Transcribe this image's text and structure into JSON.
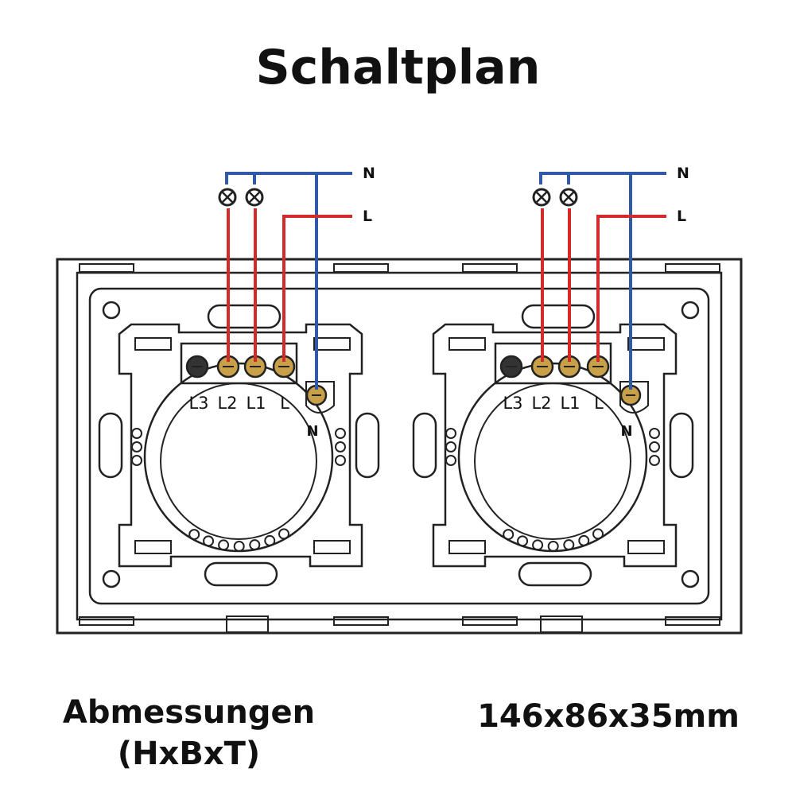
{
  "title": "Schaltplan",
  "dimensions": {
    "label_line1": "Abmessungen",
    "label_line2": "(HxBxT)",
    "value": "146x86x35mm"
  },
  "colors": {
    "live_wire": "#d42a2a",
    "neutral_wire": "#2f5aa8",
    "outline": "#222222"
  },
  "switch_modules": [
    {
      "supply": {
        "neutral": "N",
        "live": "L"
      },
      "terminals": [
        "L3",
        "L2",
        "L1",
        "L"
      ],
      "neutral_terminal": "N"
    },
    {
      "supply": {
        "neutral": "N",
        "live": "L"
      },
      "terminals": [
        "L3",
        "L2",
        "L1",
        "L"
      ],
      "neutral_terminal": "N"
    }
  ]
}
